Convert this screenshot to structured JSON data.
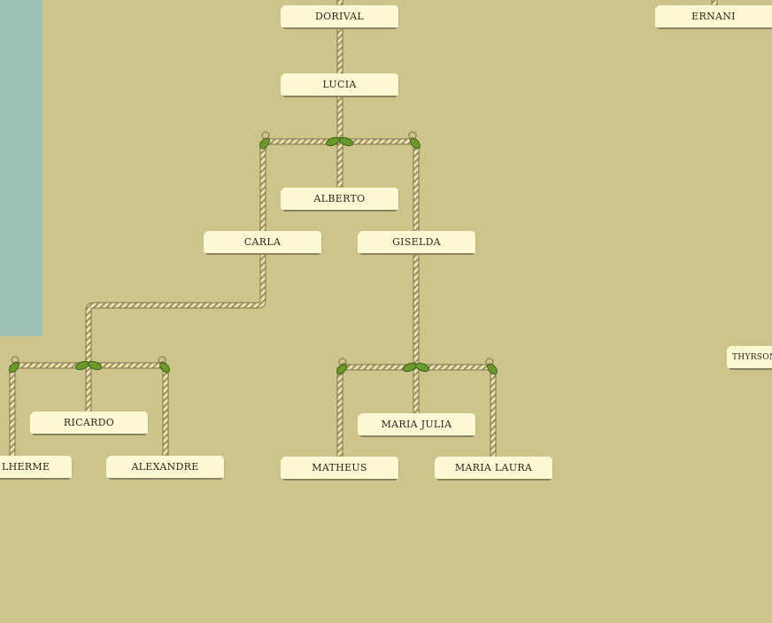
{
  "people": {
    "dorival": "Dorival",
    "ernani": "Ernani",
    "lucia": "Lucia",
    "alberto": "Alberto",
    "carla": "Carla",
    "giselda": "Giselda",
    "ricardo": "Ricardo",
    "guilherme_partial": "lherme",
    "alexandre": "Alexandre",
    "maria_julia": "Maria Julia",
    "matheus": "Matheus",
    "maria_laura": "Maria Laura",
    "thyrson": "Thyrson"
  },
  "colors": {
    "background": "#cdc48b",
    "side_panel": "#9fc0b4",
    "card": "#fdf8d4",
    "rope": "#e6dca4",
    "leaf": "#6a9a2a"
  }
}
